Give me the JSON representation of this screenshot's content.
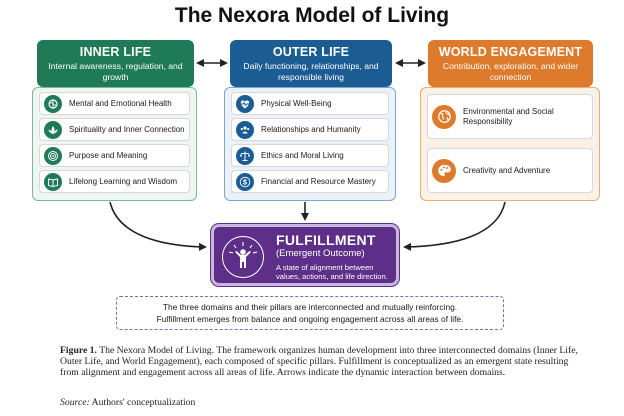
{
  "title": "The Nexora Model of Living",
  "domains": {
    "inner": {
      "name": "INNER LIFE",
      "description": "Internal awareness, regulation, and growth",
      "color": "#1f7a58",
      "pillars": [
        {
          "label": "Mental and Emotional Health",
          "icon": "brain-icon"
        },
        {
          "label": "Spirituality and Inner Connection",
          "icon": "lotus-icon"
        },
        {
          "label": "Purpose and Meaning",
          "icon": "target-icon"
        },
        {
          "label": "Lifelong Learning and Wisdom",
          "icon": "book-icon"
        }
      ]
    },
    "outer": {
      "name": "OUTER LIFE",
      "description": "Daily functioning, relationships, and responsible living",
      "color": "#1b5c92",
      "pillars": [
        {
          "label": "Physical Well-Being",
          "icon": "heartbeat-icon"
        },
        {
          "label": "Relationships and Humanity",
          "icon": "people-icon"
        },
        {
          "label": "Ethics and Moral Living",
          "icon": "scales-icon"
        },
        {
          "label": "Financial and Resource Mastery",
          "icon": "dollar-icon"
        }
      ]
    },
    "world": {
      "name": "WORLD ENGAGEMENT",
      "description": "Contribution, exploration, and wider connection",
      "color": "#dd7a2b",
      "pillars": [
        {
          "label": "Environmental and Social Responsibility",
          "icon": "globe-icon"
        },
        {
          "label": "Creativity and Adventure",
          "icon": "palette-icon"
        }
      ]
    }
  },
  "fulfillment": {
    "title": "FULFILLMENT",
    "subtitle": "(Emergent Outcome)",
    "description": "A state of alignment between values, actions, and life direction.",
    "icon": "radiant-person-icon",
    "color": "#5d2f88"
  },
  "note": {
    "line1": "The three domains and their pillars are interconnected and mutually reinforcing.",
    "line2": "Fulfillment emerges from balance and ongoing engagement across all areas of life."
  },
  "caption": {
    "label": "Figure 1.",
    "text": "The Nexora Model of Living.  The framework organizes human development into three interconnected domains (Inner Life, Outer Life, and World Engagement), each composed of specific pillars. Fulfillment is conceptualized as an emergent state resulting from alignment and engagement across all areas of life. Arrows indicate the dynamic interaction between domains."
  },
  "source": {
    "label": "Source:",
    "text": "Authors' conceptualization"
  }
}
